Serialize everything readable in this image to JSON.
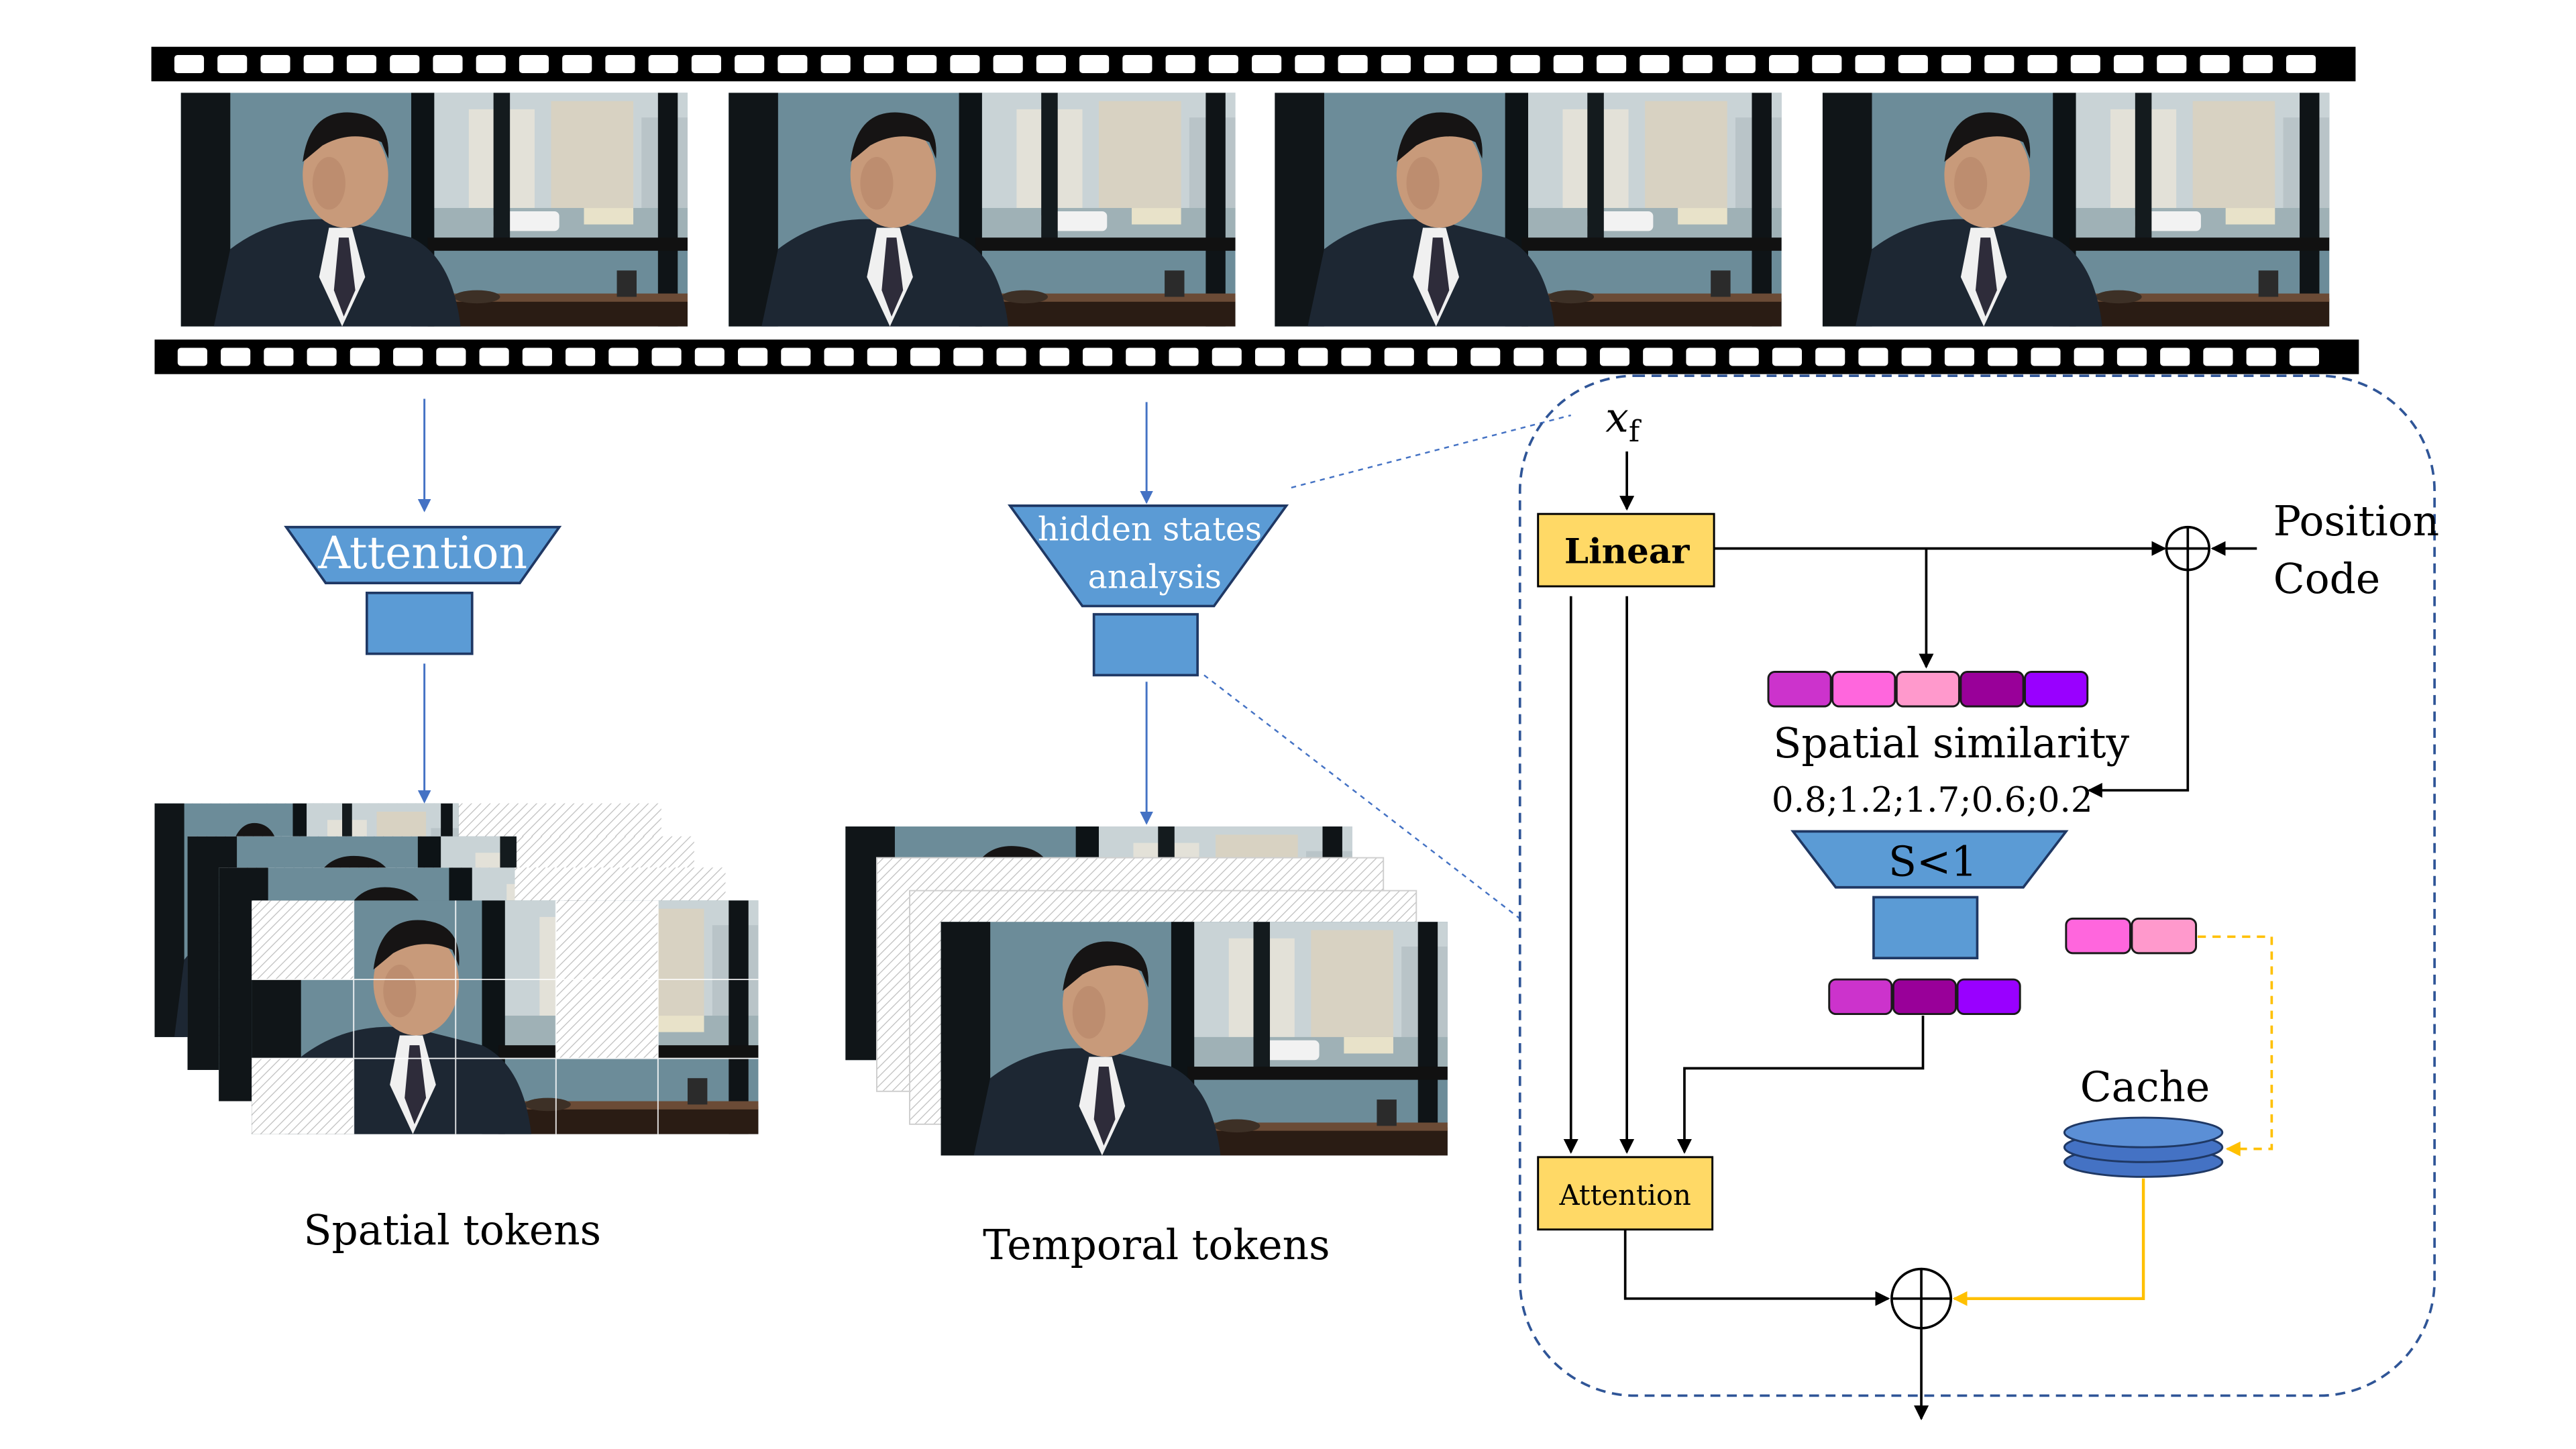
{
  "filmstrip": {
    "frame_count": 4
  },
  "left_branch": {
    "attention_label": "Attention",
    "caption": "Spatial tokens"
  },
  "middle_branch": {
    "hidden_states_line1": "hidden states",
    "hidden_states_line2": "analysis",
    "caption": "Temporal tokens"
  },
  "detail_panel": {
    "input_label": "x",
    "input_subscript": "f",
    "linear_label": "Linear",
    "position_code_line1": "Position",
    "position_code_line2": "Code",
    "spatial_similarity_label": "Spatial similarity",
    "similarity_values": "0.8;1.2;1.7;0.6;0.2",
    "threshold_label": "S<1",
    "cache_label": "Cache",
    "attention_label": "Attention"
  },
  "colors": {
    "trapezoid_fill": "#5b9bd5",
    "trapezoid_stroke": "#1f3864",
    "yellow_box": "#ffd966",
    "dashed_border": "#2f5597",
    "cache_arrow": "#ffc000",
    "token_colors": [
      "#cc33cc",
      "#ff66dd",
      "#ff99cc",
      "#990099",
      "#9900ff"
    ],
    "kept_token_colors": [
      "#cc33cc",
      "#990099",
      "#9900ff"
    ],
    "cached_token_colors": [
      "#ff66dd",
      "#ff99cc"
    ]
  }
}
